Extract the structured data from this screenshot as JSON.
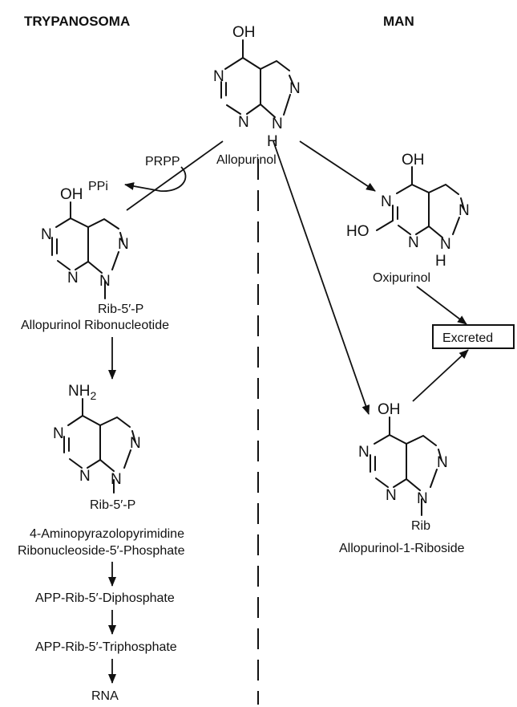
{
  "headers": {
    "left": "TRYPANOSOMA",
    "right": "MAN"
  },
  "atoms": {
    "oh": "OH",
    "ho": "HO",
    "n": "N",
    "h": "H",
    "nh2": "NH",
    "nh2_sub": "2"
  },
  "reagents": {
    "prpp": "PRPP",
    "ppi": "PPi"
  },
  "substituents": {
    "rib5p": "Rib-5′-P",
    "rib": "Rib"
  },
  "compounds": {
    "allopurinol": "Allopurinol",
    "allopurinol_ribonucleotide": "Allopurinol Ribonucleotide",
    "app_line1": "4-Aminopyrazolopyrimidine",
    "app_line2": "Ribonucleoside-5′-Phosphate",
    "app_diphosphate": "APP-Rib-5′-Diphosphate",
    "app_triphosphate": "APP-Rib-5′-Triphosphate",
    "rna": "RNA",
    "oxipurinol": "Oxipurinol",
    "excreted": "Excreted",
    "allopurinol_riboside": "Allopurinol-1-Riboside"
  }
}
